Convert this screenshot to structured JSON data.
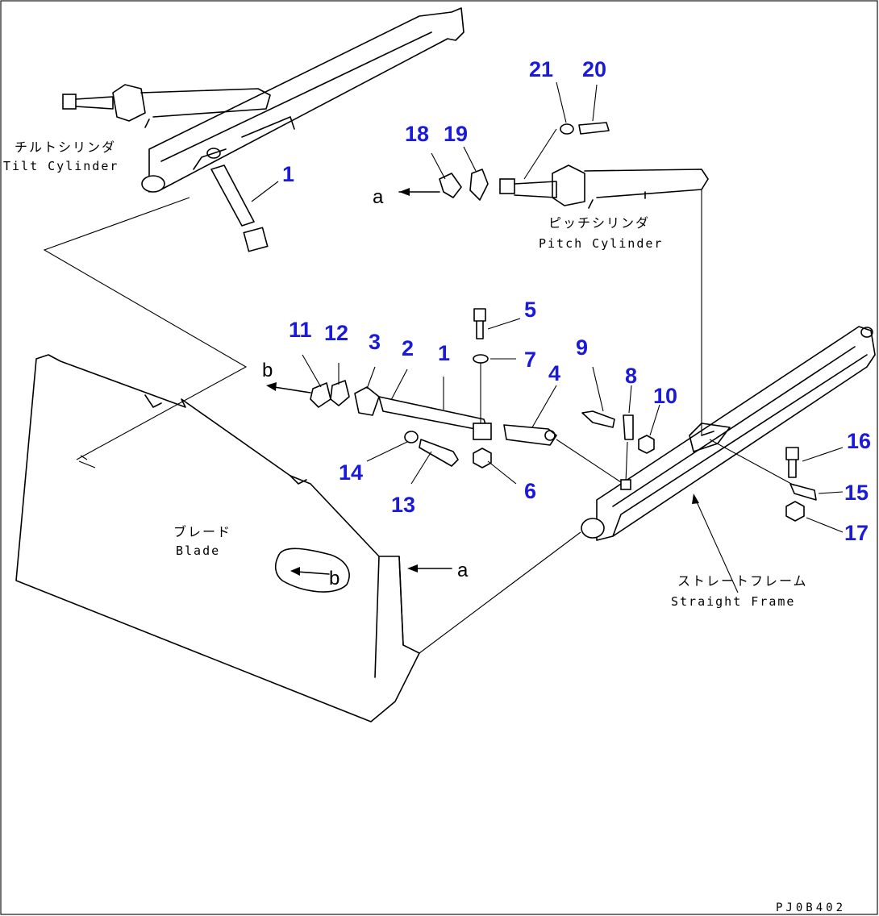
{
  "colors": {
    "callout": "#1a1ad8",
    "line": "#000000",
    "background": "#ffffff"
  },
  "labels": {
    "tilt_cylinder_jp": "チルトシリンダ",
    "tilt_cylinder_en": "Tilt Cylinder",
    "pitch_cylinder_jp": "ピッチシリンダ",
    "pitch_cylinder_en": "Pitch Cylinder",
    "blade_jp": "ブレード",
    "blade_en": "Blade",
    "straight_frame_jp": "ストレートフレーム",
    "straight_frame_en": "Straight Frame",
    "ref_a": "a",
    "ref_b": "b",
    "drawing_code": "PJ0B402"
  },
  "callouts": {
    "c1_top": "1",
    "c1_mid": "1",
    "c2": "2",
    "c3": "3",
    "c4": "4",
    "c5": "5",
    "c6": "6",
    "c7": "7",
    "c8": "8",
    "c9": "9",
    "c10": "10",
    "c11": "11",
    "c12": "12",
    "c13": "13",
    "c14": "14",
    "c15": "15",
    "c16": "16",
    "c17": "17",
    "c18": "18",
    "c19": "19",
    "c20": "20",
    "c21": "21"
  }
}
